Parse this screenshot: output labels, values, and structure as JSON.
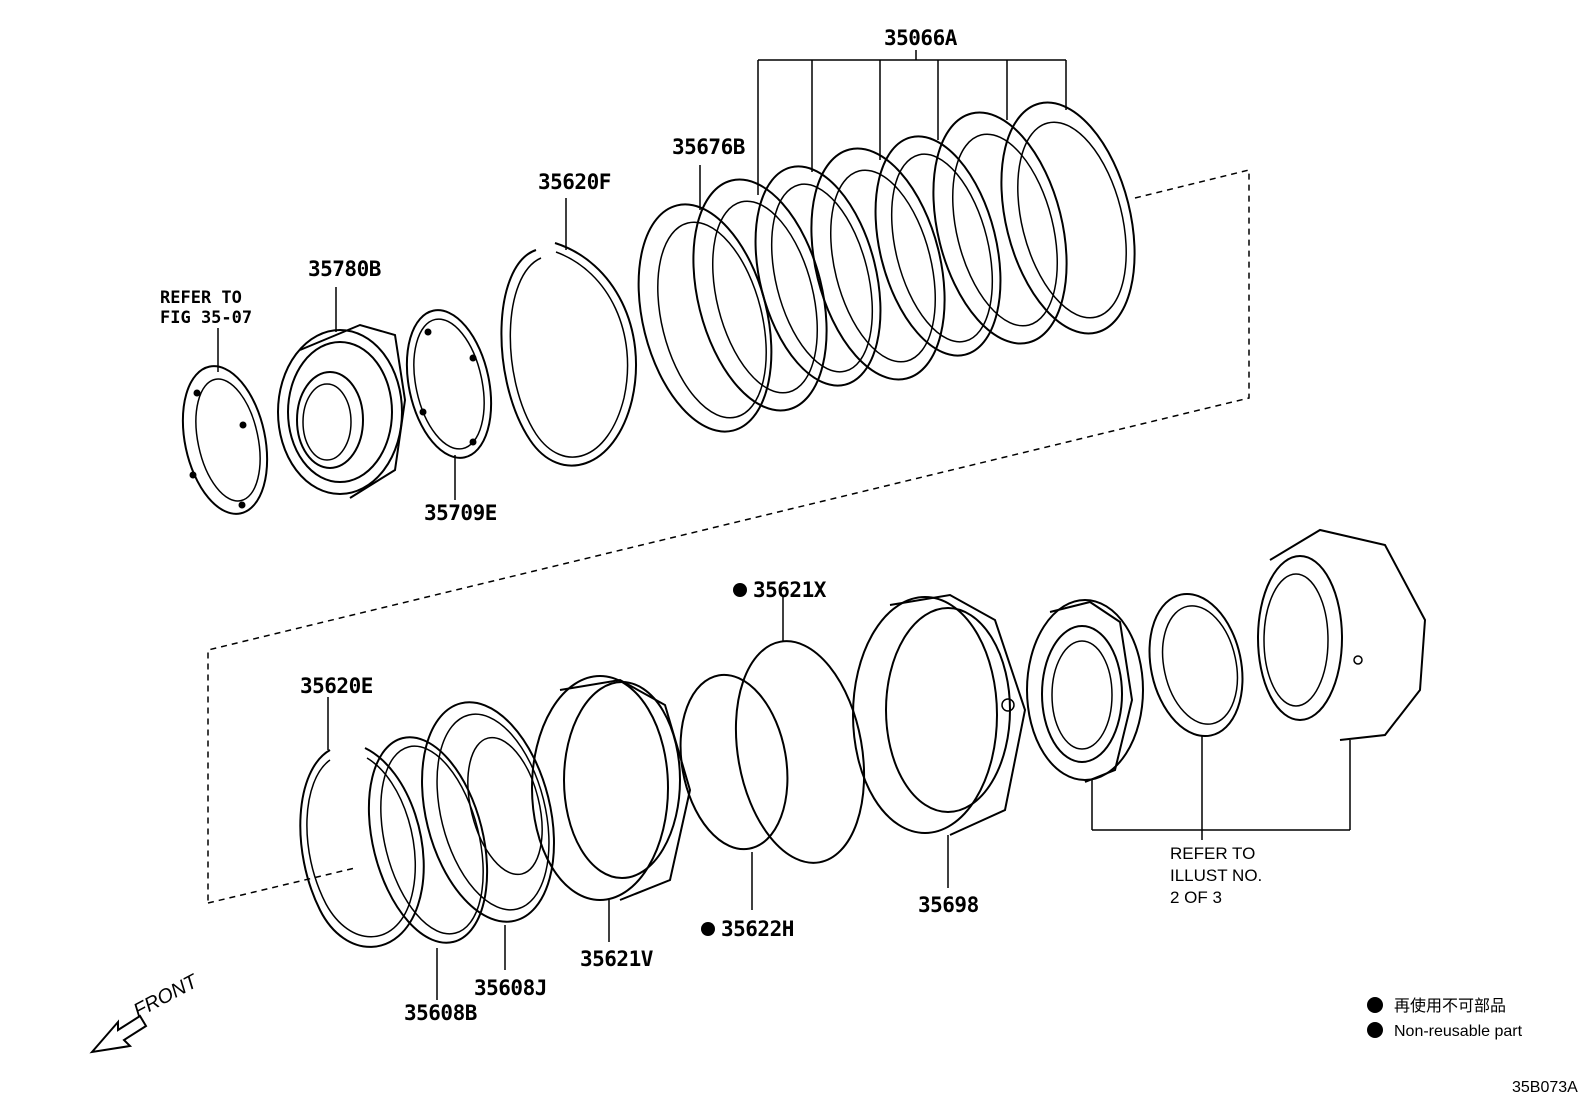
{
  "labels": {
    "p35066A": "35066A",
    "p35676B": "35676B",
    "p35620F": "35620F",
    "p35780B": "35780B",
    "p35709E": "35709E",
    "p35621X": "35621X",
    "p35620E": "35620E",
    "p35622H": "35622H",
    "p35621V": "35621V",
    "p35698": "35698",
    "p35608B": "35608B",
    "p35608J": "35608J"
  },
  "notes": {
    "refer_fig_line1": "REFER TO",
    "refer_fig_line2": "FIG 35-07",
    "refer_illust_line1": "REFER TO",
    "refer_illust_line2": "ILLUST NO.",
    "refer_illust_line3": "2 OF 3"
  },
  "legend": {
    "jp": "再使用不可部品",
    "en": "Non-reusable part"
  },
  "front_label": "FRONT",
  "diagram_code": "35B073A",
  "colors": {
    "ink": "#000000",
    "paper": "#ffffff"
  }
}
